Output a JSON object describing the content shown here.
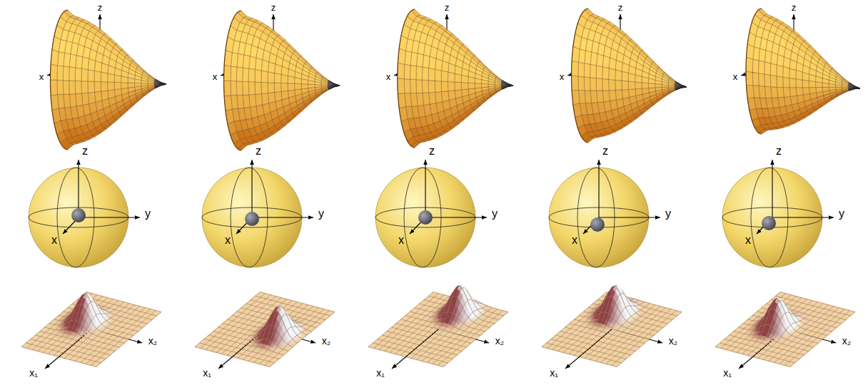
{
  "diagram": {
    "labels": [
      "z",
      "x",
      "z",
      "x",
      "z",
      "x",
      "z",
      "x",
      "z",
      "x",
      "z",
      "y",
      "x",
      "z",
      "y",
      "x",
      "z",
      "y",
      "x",
      "z",
      "y",
      "x",
      "z",
      "y",
      "x",
      "x₁",
      "x₂",
      "x₁",
      "x₂",
      "x₁",
      "x₂",
      "x₁",
      "x₂",
      "x₁",
      "x₂"
    ]
  }
}
